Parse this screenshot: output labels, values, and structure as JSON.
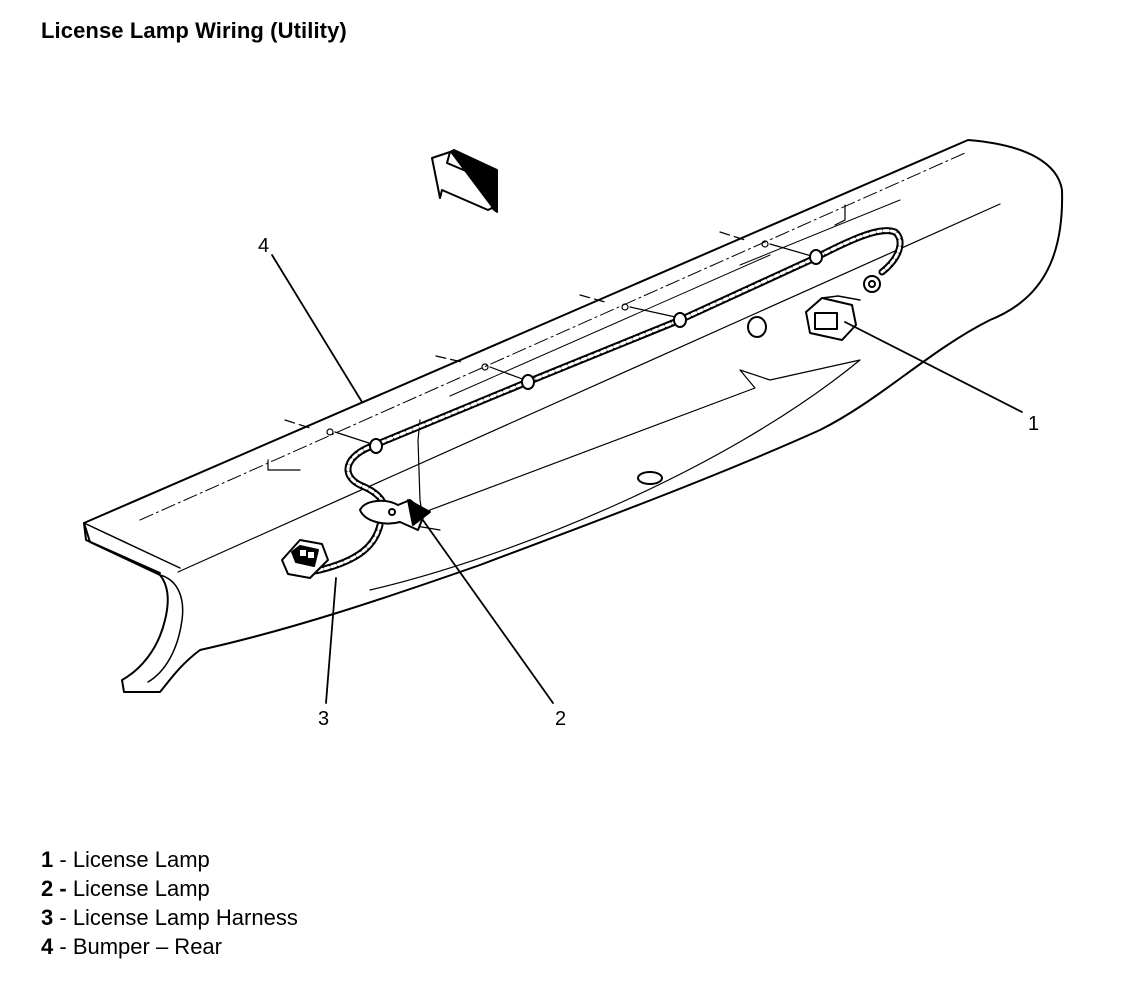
{
  "title": "License Lamp Wiring (Utility)",
  "callouts": [
    "1",
    "2",
    "3",
    "4"
  ],
  "legend": [
    {
      "num": "1",
      "sep": " - ",
      "text": "License Lamp"
    },
    {
      "num": "2",
      "sep": " - ",
      "text": "License Lamp"
    },
    {
      "num": "3",
      "sep": " - ",
      "text": "License Lamp Harness"
    },
    {
      "num": "4",
      "sep": " - ",
      "text": "Bumper – Rear"
    }
  ]
}
